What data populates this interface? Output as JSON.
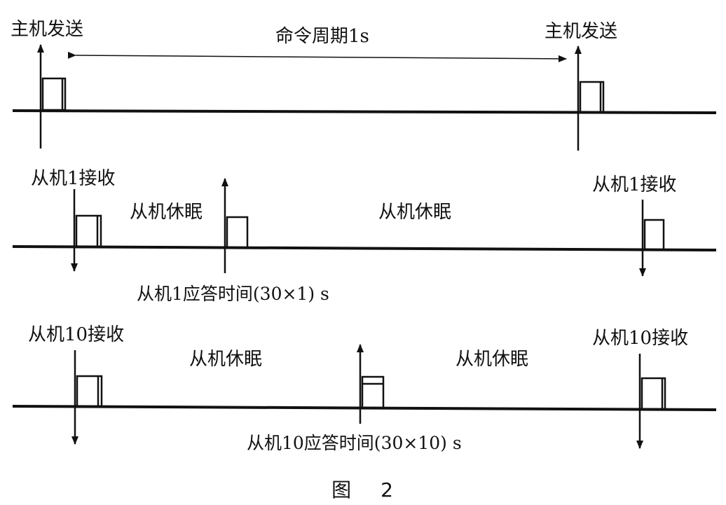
{
  "row1": {
    "master_send_left": "主机发送",
    "command_period": "命令周期1s",
    "master_send_right": "主机发送"
  },
  "row2": {
    "slave_receive_left": "从机1接收",
    "sleep_left": "从机休眠",
    "sleep_right": "从机休眠",
    "slave_receive_right": "从机1接收",
    "response_time": "从机1应答时间(30×1) s"
  },
  "row3": {
    "slave_receive_left": "从机10接收",
    "sleep_left": "从机休眠",
    "sleep_right": "从机休眠",
    "slave_receive_right": "从机10接收",
    "response_time": "从机10应答时间(30×10) s"
  },
  "caption": {
    "prefix": "图",
    "number": "2"
  }
}
